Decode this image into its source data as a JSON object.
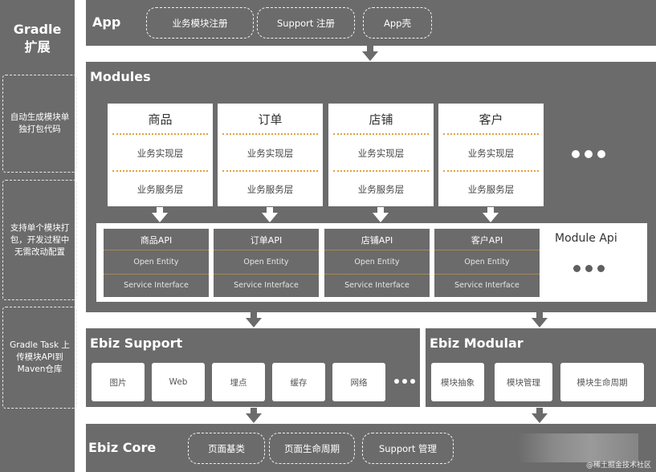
{
  "sidebar": {
    "title_line1": "Gradle",
    "title_line2": "扩展",
    "box1": "自动生成模块单独打包代码",
    "box2": "支持单个模块打包，开发过程中无需改动配置",
    "box3": "Gradle Task 上传模块API到Maven仓库"
  },
  "app": {
    "title": "App",
    "items": [
      "业务模块注册",
      "Support 注册",
      "App壳"
    ]
  },
  "modules": {
    "title": "Modules",
    "cards": [
      {
        "name": "商品",
        "layer1": "业务实现层",
        "layer2": "业务服务层"
      },
      {
        "name": "订单",
        "layer1": "业务实现层",
        "layer2": "业务服务层"
      },
      {
        "name": "店铺",
        "layer1": "业务实现层",
        "layer2": "业务服务层"
      },
      {
        "name": "客户",
        "layer1": "业务实现层",
        "layer2": "业务服务层"
      }
    ],
    "api_title": "Module Api",
    "apis": [
      {
        "name": "商品API",
        "layer1": "Open Entity",
        "layer2": "Service Interface"
      },
      {
        "name": "订单API",
        "layer1": "Open Entity",
        "layer2": "Service Interface"
      },
      {
        "name": "店铺API",
        "layer1": "Open Entity",
        "layer2": "Service Interface"
      },
      {
        "name": "客户API",
        "layer1": "Open Entity",
        "layer2": "Service Interface"
      }
    ]
  },
  "support": {
    "title": "Ebiz Support",
    "items": [
      "图片",
      "Web",
      "埋点",
      "缓存",
      "网络"
    ]
  },
  "modular": {
    "title": "Ebiz Modular",
    "items": [
      "模块抽象",
      "模块管理",
      "模块生命周期"
    ]
  },
  "core": {
    "title": "Ebiz Core",
    "items": [
      "页面基类",
      "页面生命周期",
      "Support 管理"
    ]
  },
  "watermark": "@稀土掘金技术社区",
  "colors": {
    "panel": "#6b6b6b",
    "separator": "#e3a23b",
    "white": "#ffffff"
  }
}
